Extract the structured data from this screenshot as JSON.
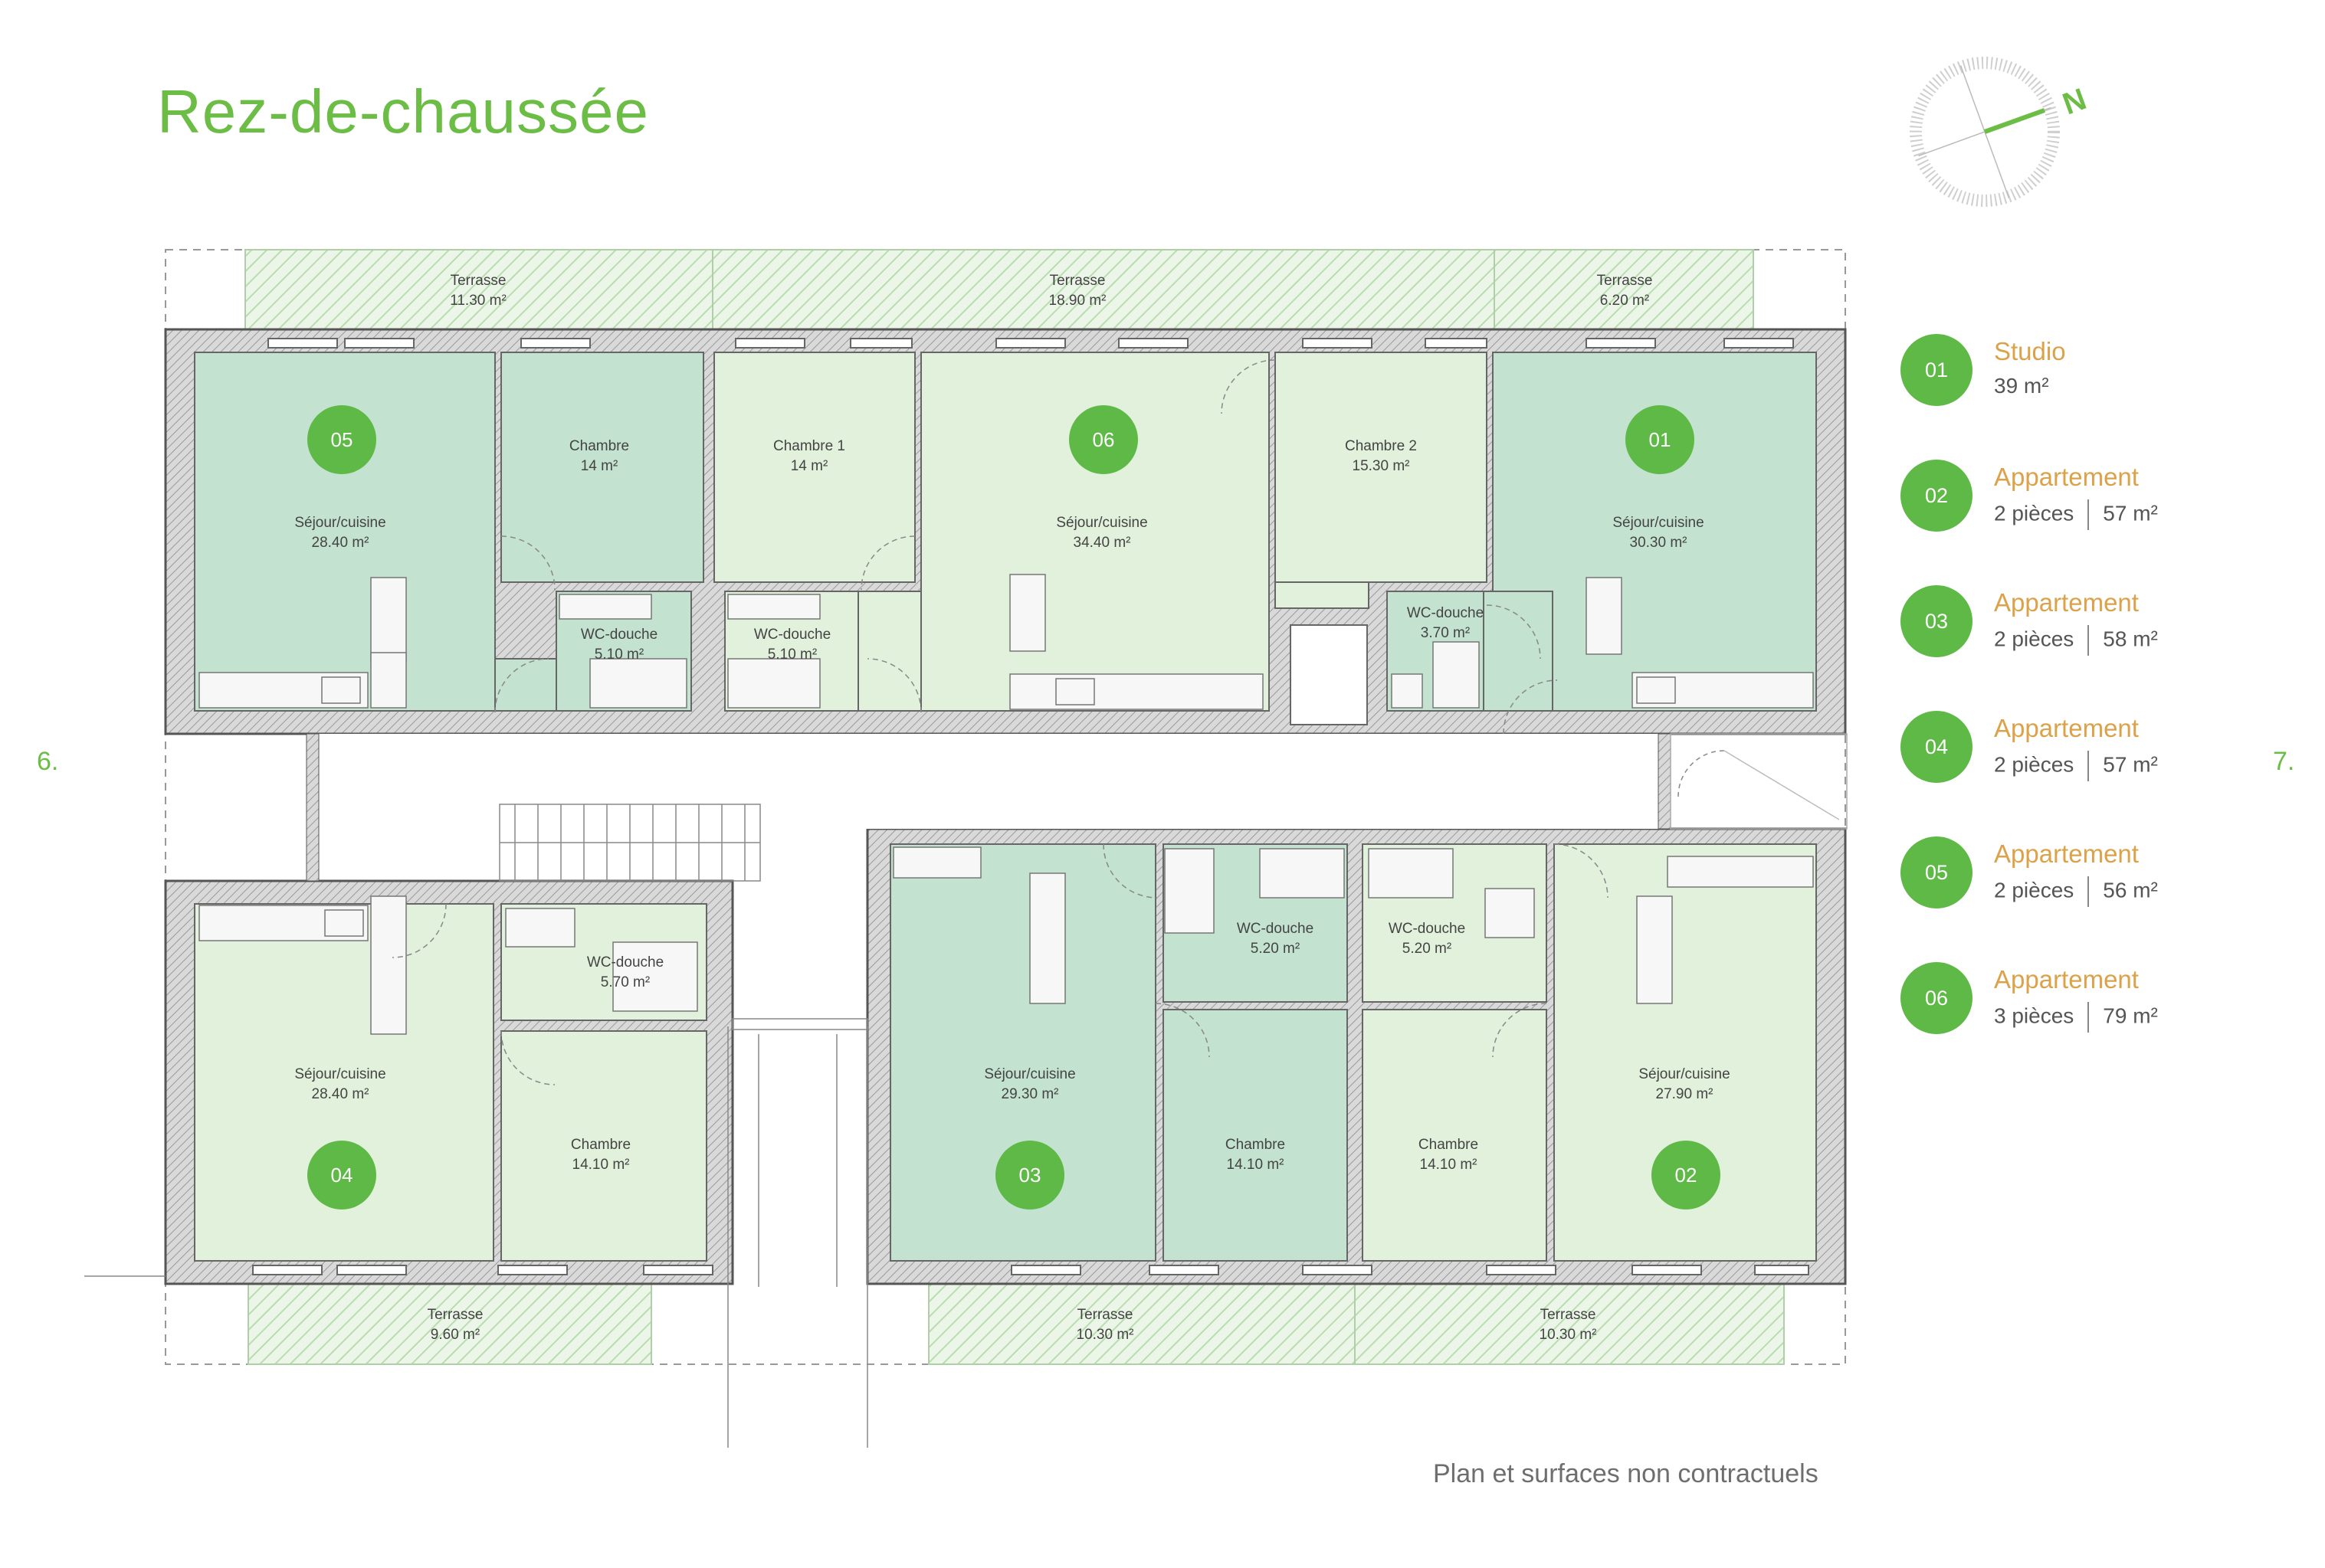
{
  "title": "Rez-de-chaussée",
  "side_labels": {
    "left": "6.",
    "right": "7."
  },
  "disclaimer": "Plan et surfaces non contractuels",
  "compass": {
    "north_label": "N",
    "icon": "compass-icon"
  },
  "colors": {
    "accent_green": "#6cbd45",
    "badge_green": "#5fb946",
    "type_gold": "#dca24a",
    "room_light": "#e2f1dc",
    "room_dark": "#c3e2cf"
  },
  "legend": [
    {
      "number": "01",
      "type": "Studio",
      "pieces": "",
      "area": "39 m²"
    },
    {
      "number": "02",
      "type": "Appartement",
      "pieces": "2 pièces",
      "area": "57 m²"
    },
    {
      "number": "03",
      "type": "Appartement",
      "pieces": "2 pièces",
      "area": "58 m²"
    },
    {
      "number": "04",
      "type": "Appartement",
      "pieces": "2 pièces",
      "area": "57 m²"
    },
    {
      "number": "05",
      "type": "Appartement",
      "pieces": "2 pièces",
      "area": "56 m²"
    },
    {
      "number": "06",
      "type": "Appartement",
      "pieces": "3 pièces",
      "area": "79 m²"
    }
  ],
  "apartments": {
    "a05": "05",
    "a06": "06",
    "a01": "01",
    "a04": "04",
    "a03": "03",
    "a02": "02"
  },
  "rooms": {
    "terr_top_1": {
      "name": "Terrasse",
      "area": "11.30 m²"
    },
    "terr_top_2": {
      "name": "Terrasse",
      "area": "18.90 m²"
    },
    "terr_top_3": {
      "name": "Terrasse",
      "area": "6.20 m²"
    },
    "a05_sejour": {
      "name": "Séjour/cuisine",
      "area": "28.40 m²"
    },
    "a05_chambre": {
      "name": "Chambre",
      "area": "14 m²"
    },
    "a05_wc": {
      "name": "WC-douche",
      "area": "5.10 m²"
    },
    "a06_chambre1": {
      "name": "Chambre 1",
      "area": "14 m²"
    },
    "a06_wc": {
      "name": "WC-douche",
      "area": "5.10 m²"
    },
    "a06_sejour": {
      "name": "Séjour/cuisine",
      "area": "34.40 m²"
    },
    "a06_chambre2": {
      "name": "Chambre 2",
      "area": "15.30 m²"
    },
    "a01_wc": {
      "name": "WC-douche",
      "area": "3.70 m²"
    },
    "a01_sejour": {
      "name": "Séjour/cuisine",
      "area": "30.30 m²"
    },
    "a04_wc": {
      "name": "WC-douche",
      "area": "5.70 m²"
    },
    "a04_sejour": {
      "name": "Séjour/cuisine",
      "area": "28.40 m²"
    },
    "a04_chambre": {
      "name": "Chambre",
      "area": "14.10 m²"
    },
    "a03_wc": {
      "name": "WC-douche",
      "area": "5.20 m²"
    },
    "a03_sejour": {
      "name": "Séjour/cuisine",
      "area": "29.30 m²"
    },
    "a03_chambre": {
      "name": "Chambre",
      "area": "14.10 m²"
    },
    "a02_wc": {
      "name": "WC-douche",
      "area": "5.20 m²"
    },
    "a02_chambre": {
      "name": "Chambre",
      "area": "14.10 m²"
    },
    "a02_sejour": {
      "name": "Séjour/cuisine",
      "area": "27.90 m²"
    },
    "terr_bot_1": {
      "name": "Terrasse",
      "area": "9.60 m²"
    },
    "terr_bot_2": {
      "name": "Terrasse",
      "area": "10.30 m²"
    },
    "terr_bot_3": {
      "name": "Terrasse",
      "area": "10.30 m²"
    }
  }
}
